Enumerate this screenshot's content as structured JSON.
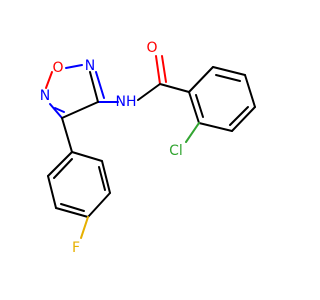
{
  "atoms": {
    "oxygen_carbonyl": {
      "label": "O",
      "color": "#ff0000"
    },
    "oxygen_ring": {
      "label": "O",
      "color": "#ff0000"
    },
    "nitrogen_ring_top": {
      "label": "N",
      "color": "#0000ff"
    },
    "nitrogen_ring_left": {
      "label": "N",
      "color": "#0000ff"
    },
    "amide_nh": {
      "label": "NH",
      "color": "#0000ff"
    },
    "chlorine": {
      "label": "Cl",
      "color": "#33a532"
    },
    "fluorine": {
      "label": "F",
      "color": "#e6b000"
    }
  }
}
